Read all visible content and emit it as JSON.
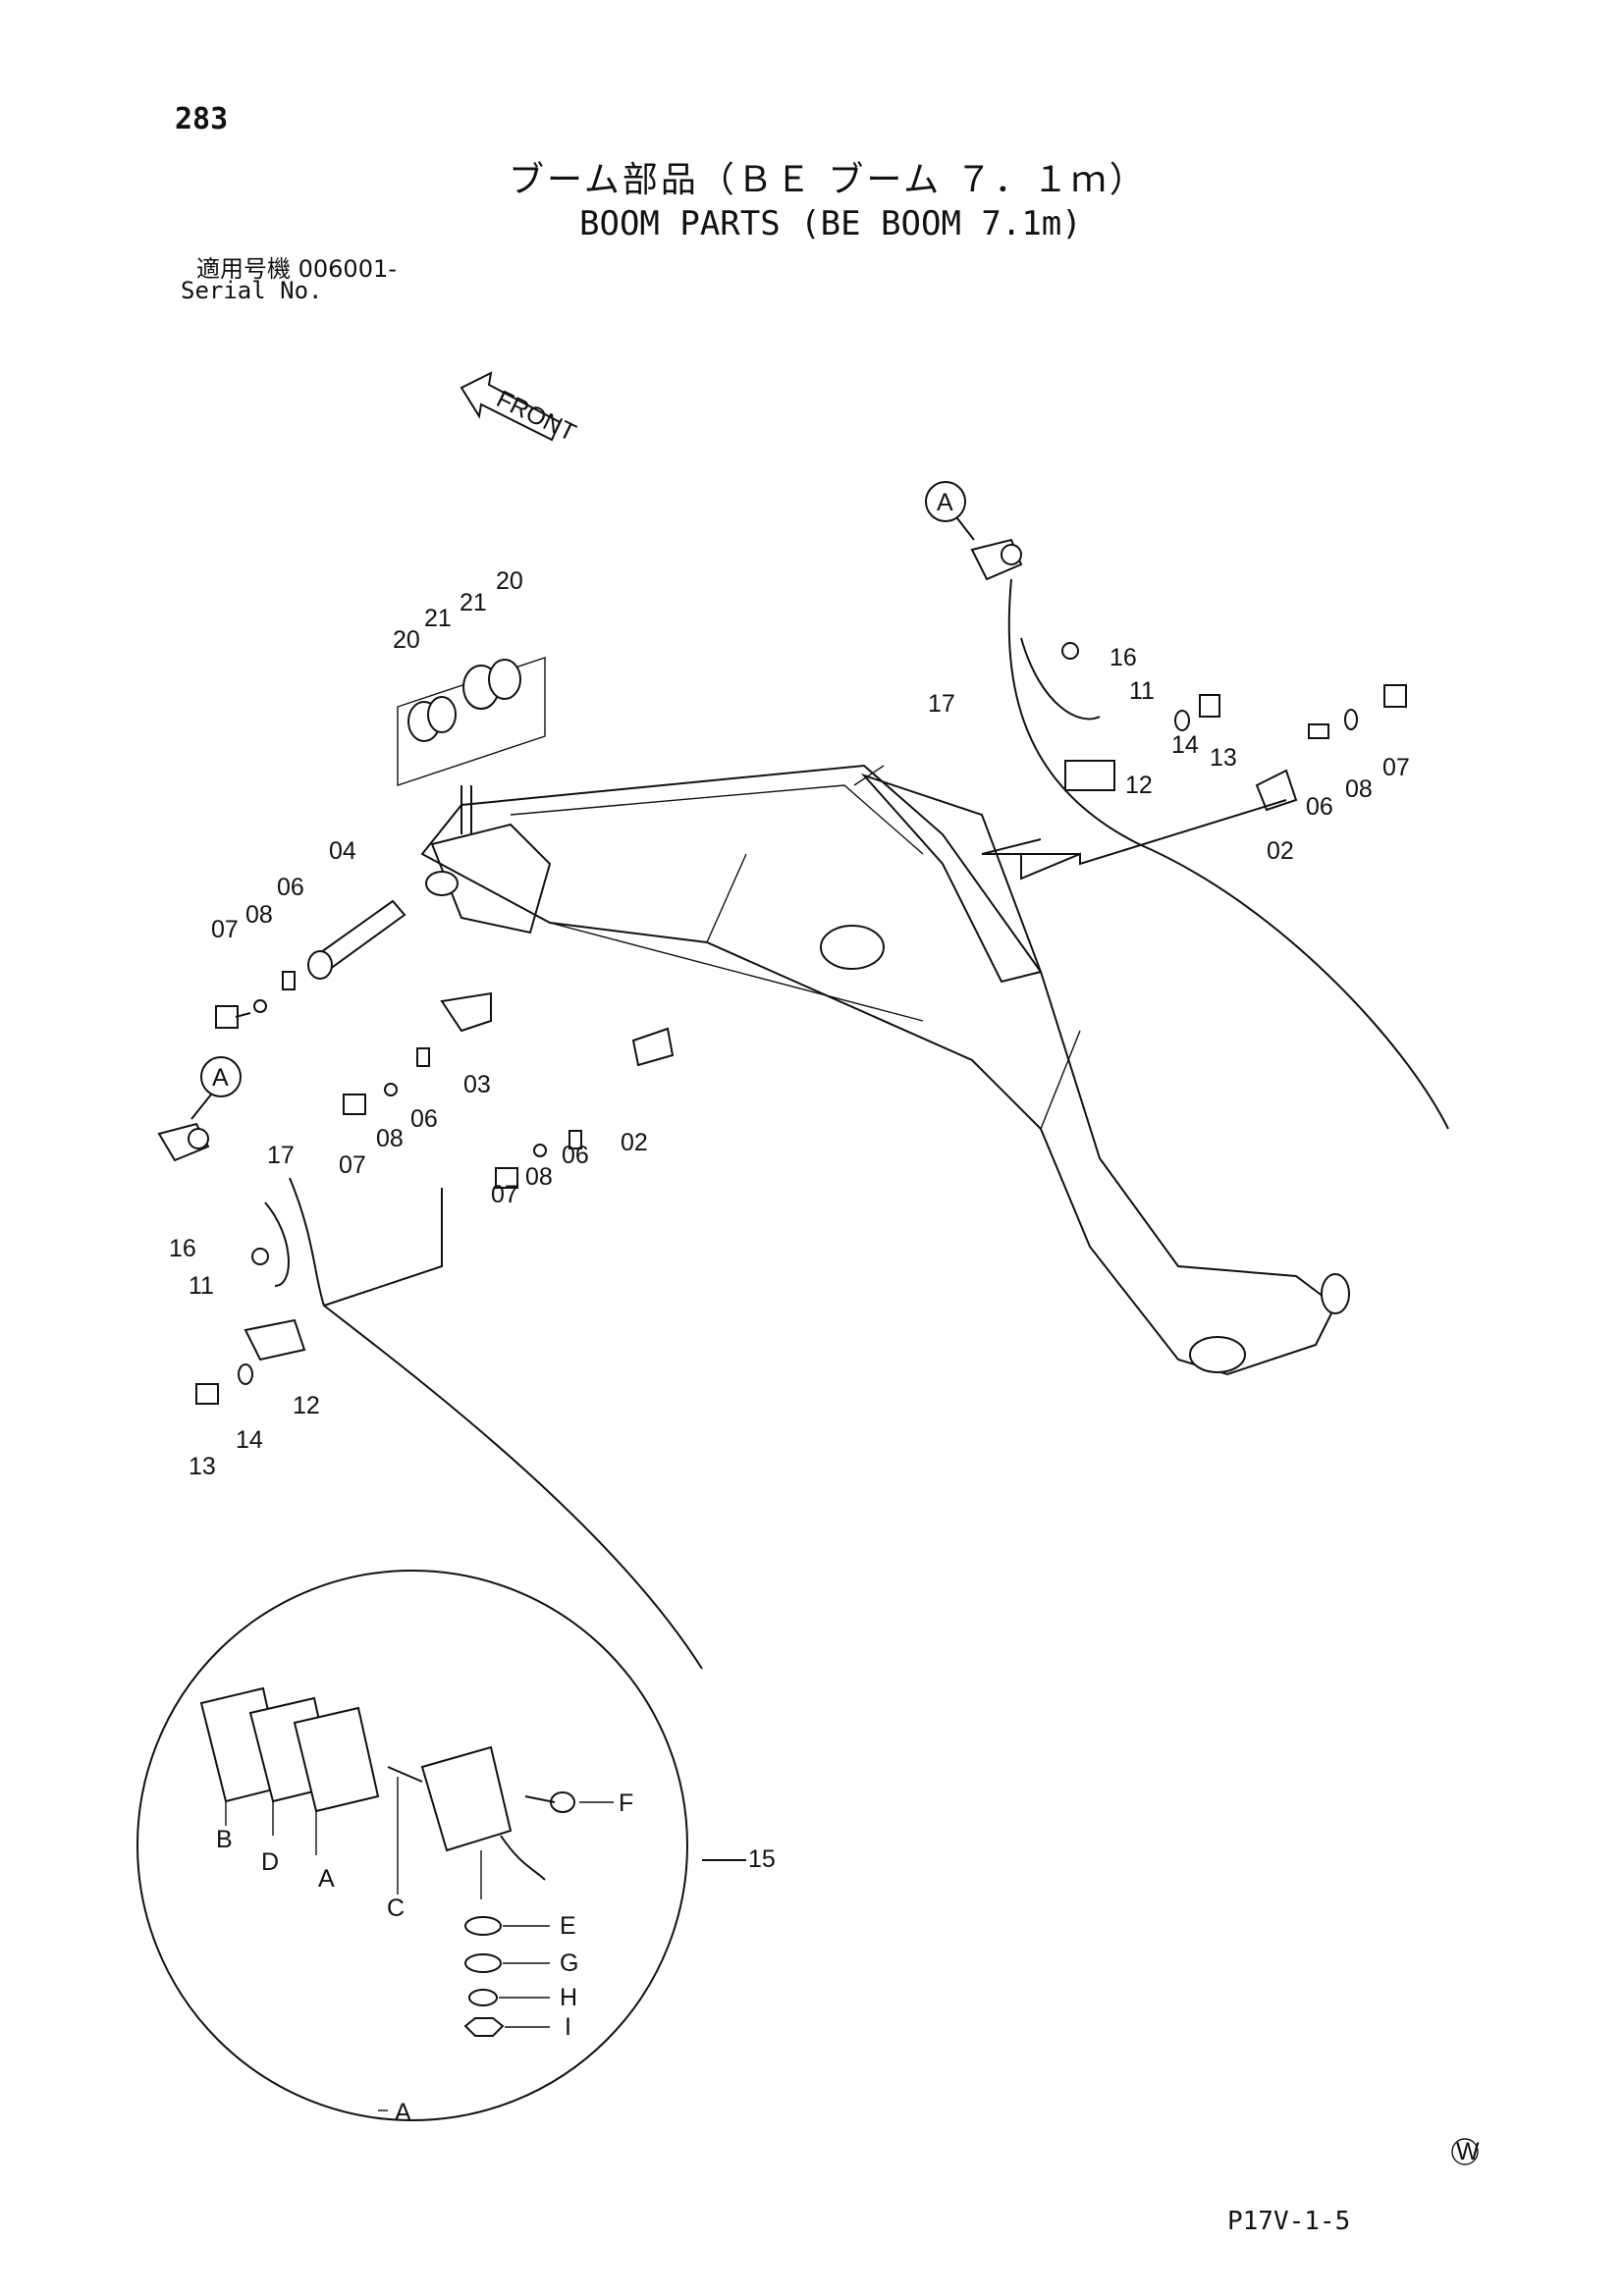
{
  "header": {
    "page_number": "283",
    "title_jp": "ブーム部品（ＢＥ ブーム ７．１ｍ）",
    "title_en": "BOOM PARTS (BE BOOM 7.1m)",
    "serial_jp": "適用号機  006001-",
    "serial_en": "Serial No."
  },
  "diagram": {
    "front_label": "FRONT",
    "callout_a": "A",
    "detail_label": "A",
    "watermark": "W",
    "part_labels": {
      "p02": "02",
      "p03": "03",
      "p04": "04",
      "p06": "06",
      "p07": "07",
      "p08": "08",
      "p11": "11",
      "p12": "12",
      "p13": "13",
      "p14": "14",
      "p15": "15",
      "p16": "16",
      "p17": "17",
      "p20": "20",
      "p21": "21"
    },
    "detail_letters": {
      "A": "A",
      "B": "B",
      "C": "C",
      "D": "D",
      "E": "E",
      "F": "F",
      "G": "G",
      "H": "H",
      "I": "I"
    }
  },
  "footer": {
    "page_code": "P17V-1-5"
  }
}
